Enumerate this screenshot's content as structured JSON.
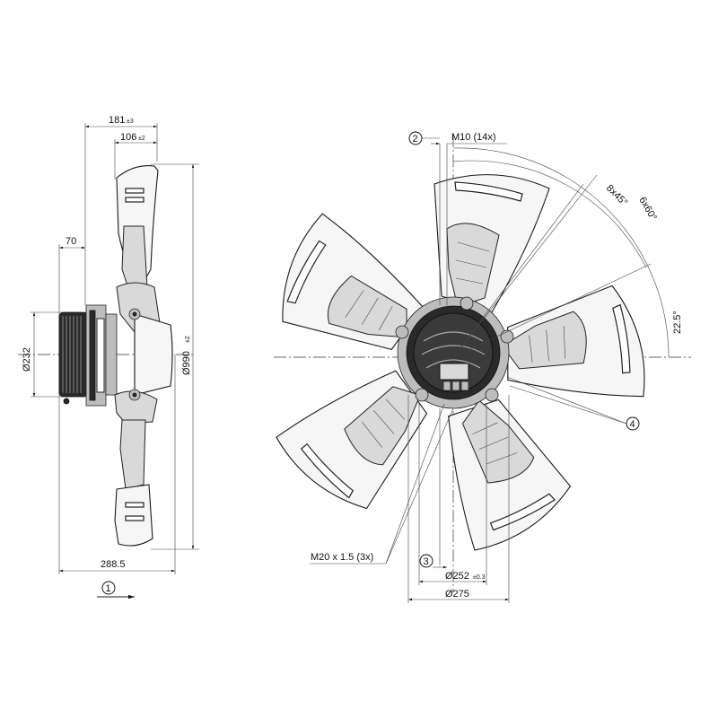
{
  "side_view": {
    "dim_total_depth": "181",
    "dim_total_depth_tol": "±3",
    "dim_blade_depth": "106",
    "dim_blade_depth_tol": "±2",
    "dim_motor": "70",
    "dim_motor_dia": "Ø232",
    "dim_fan_dia": "Ø990",
    "dim_fan_dia_tol": "±2",
    "dim_bottom": "288.5",
    "note_airflow": "1"
  },
  "front_view": {
    "note_screws": "2",
    "dim_screws": "M10 (14x)",
    "angle_holes_a": "8x45°",
    "angle_holes_b": "6x60°",
    "angle_offset": "22.5°",
    "note_lugs": "4",
    "dim_glands": "M20 x 1.5 (3x)",
    "note_circle": "3",
    "dim_bolt_circle": "Ø252",
    "dim_bolt_circle_tol": "±0.3",
    "dim_outer_circle": "Ø275"
  }
}
